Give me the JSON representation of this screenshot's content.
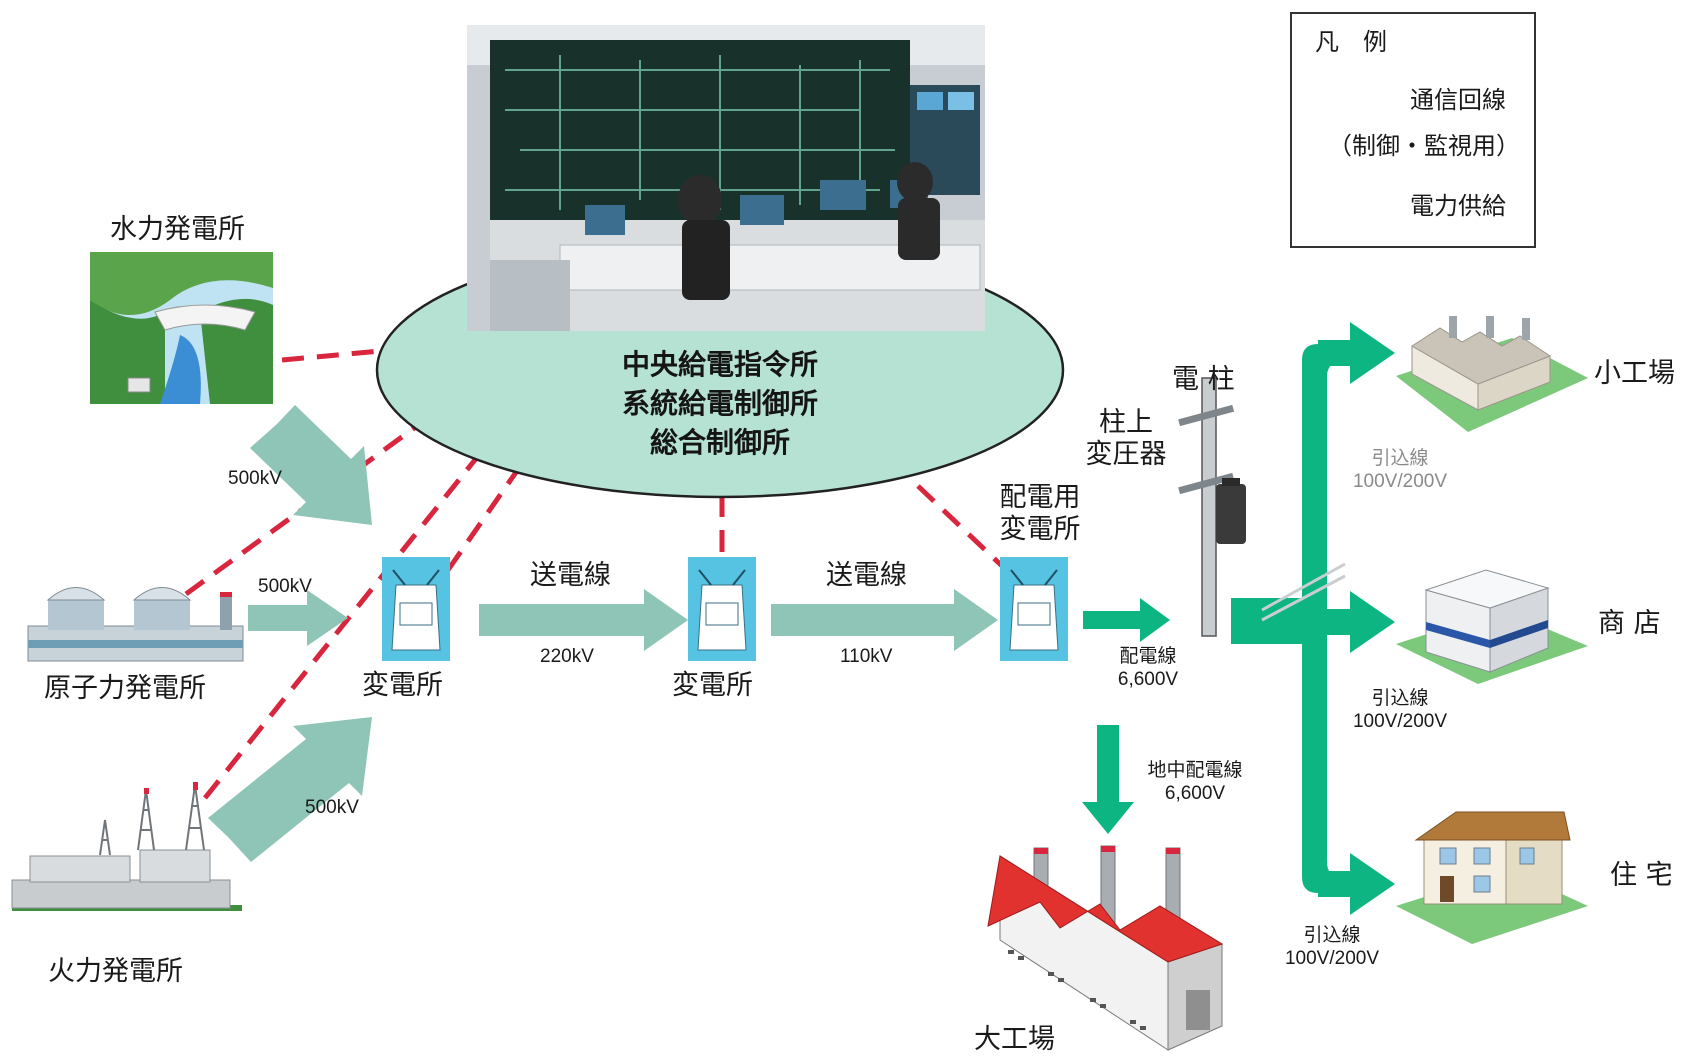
{
  "legend": {
    "title": "凡　例",
    "comm_label": "通信回線",
    "comm_sub": "（制御・監視用）",
    "power_label": "電力供給"
  },
  "control_center": {
    "line1": "中央給電指令所",
    "line2": "系統給電制御所",
    "line3": "総合制御所"
  },
  "plants": {
    "hydro": "水力発電所",
    "nuclear": "原子力発電所",
    "thermal": "火力発電所"
  },
  "voltages": {
    "hydro": "500kV",
    "nuclear": "500kV",
    "thermal": "500kV",
    "line1": "220kV",
    "line2": "110kV"
  },
  "substations": {
    "primary": "変電所",
    "secondary": "変電所",
    "distribution_l1": "配電用",
    "distribution_l2": "変電所"
  },
  "transmission": {
    "line1": "送電線",
    "line2": "送電線"
  },
  "distribution": {
    "pole": "電 柱",
    "transformer_l1": "柱上",
    "transformer_l2": "変圧器",
    "overhead_line": "配電線",
    "overhead_voltage": "6,600V",
    "underground_line": "地中配電線",
    "underground_voltage": "6,600V"
  },
  "service_drops": [
    {
      "label": "引込線",
      "voltage": "100V/200V"
    },
    {
      "label": "引込線",
      "voltage": "100V/200V"
    },
    {
      "label": "引込線",
      "voltage": "100V/200V"
    }
  ],
  "consumers": {
    "small_factory": "小工場",
    "shop": "商 店",
    "house": "住 宅",
    "large_factory": "大工場"
  },
  "colors": {
    "comm_line": "#d8263f",
    "supply_arrow": "#8ec5b6",
    "distribution_arrow": "#0db582",
    "control_ellipse": "#b6e2d4",
    "substation_bg": "#56c3e3"
  }
}
